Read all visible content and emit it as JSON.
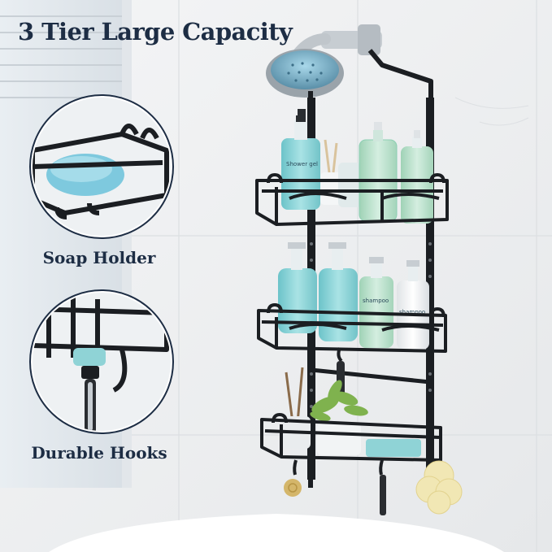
{
  "headline": "3 Tier Large Capacity",
  "callouts": [
    {
      "label": "Soap Holder",
      "icon": "soap-holder-closeup"
    },
    {
      "label": "Durable Hooks",
      "icon": "razor-hook-closeup"
    }
  ],
  "bottle_labels": {
    "shower_gel": "Shower gel",
    "shampoo": "shampoo"
  },
  "colors": {
    "caddy": "#1b1e22",
    "heading": "#1d2d44",
    "wall_tile": "#eef0f1",
    "bottle_blue": "#8fd3d6",
    "bottle_green": "#bfe3cf"
  }
}
